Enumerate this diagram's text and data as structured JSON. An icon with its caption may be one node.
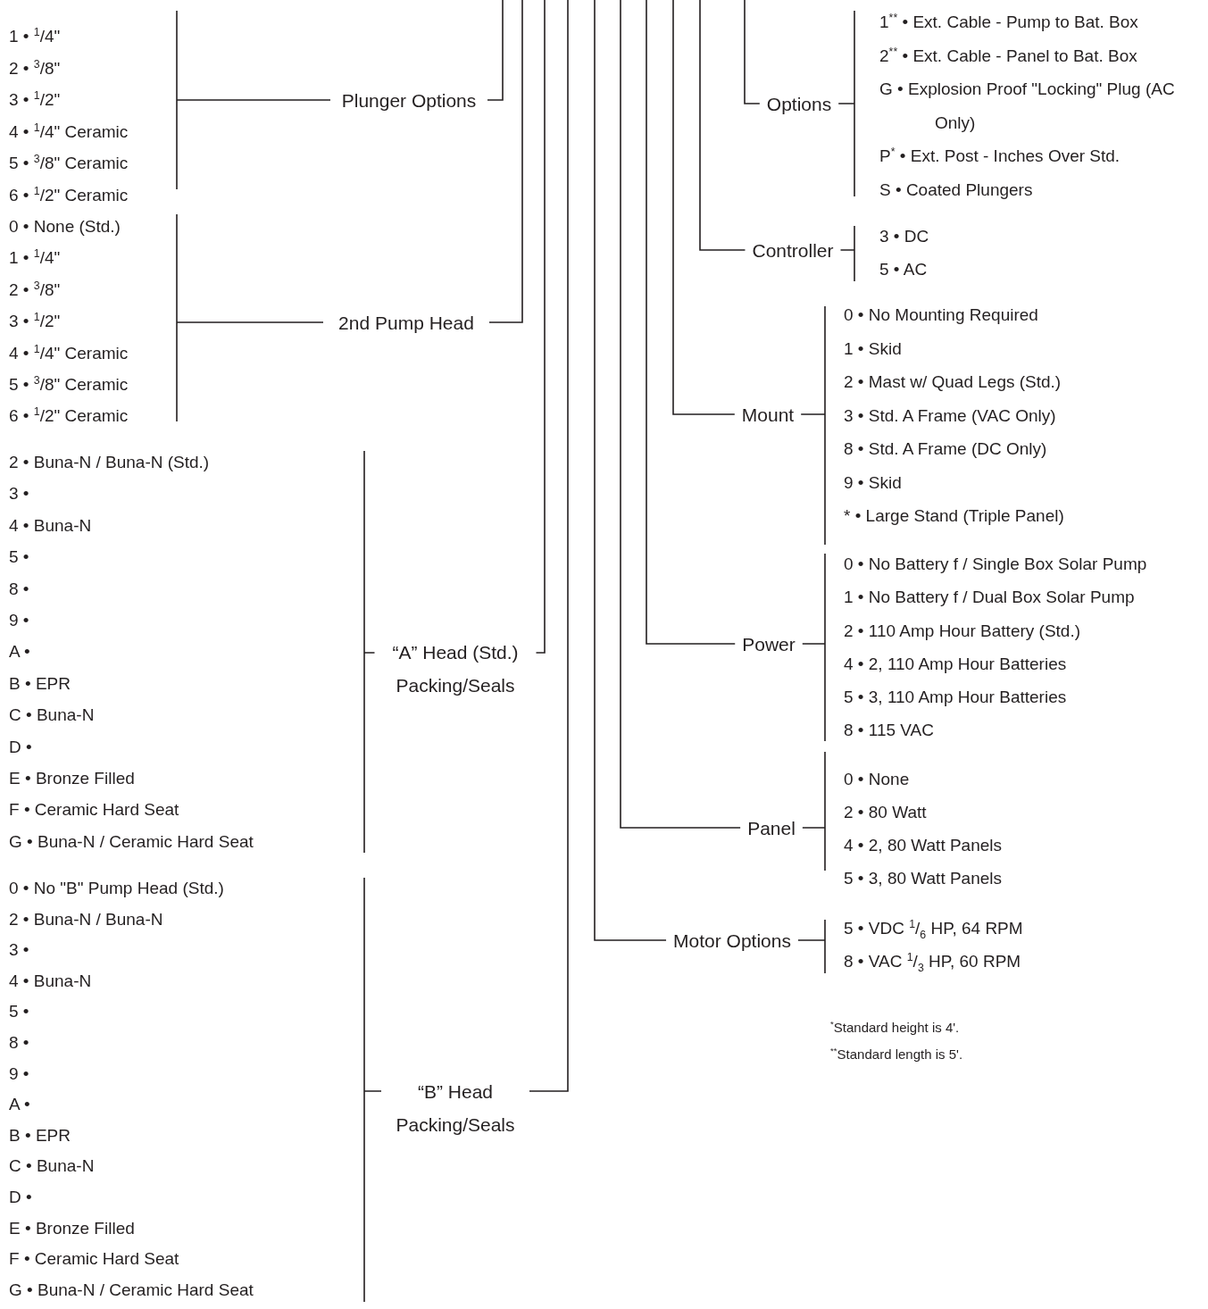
{
  "diagram": {
    "nodes": [
      {
        "text": [
          "Plunger Options"
        ],
        "beside": [
          "1 • $^{1}$/4\"",
          "2 • $^{3}$/8\"",
          "3 • $^{1}$/2\"",
          "4 • $^{1}$/4\" Ceramic",
          "5 • $^{3}$/8\" Ceramic",
          "6 • $^{1}$/2\" Ceramic"
        ]
      },
      {
        "text": [
          "2nd Pump Head"
        ],
        "beside": [
          "0 • None (Std.)",
          "1 • $^{1}$/4\"",
          "2 • $^{3}$/8\"",
          "3 • $^{1}$/2\"",
          "4 • $^{1}$/4\" Ceramic",
          "5 • $^{3}$/8\" Ceramic",
          "6 • $^{1}$/2\" Ceramic"
        ]
      },
      {
        "text": [
          "“A” Head (Std.) Packing/Seals"
        ],
        "beside": [
          "2 • Buna-N / Buna-N (Std.)",
          "3 •",
          "4 • Buna-N",
          "5 •",
          "8 •",
          "9 •",
          "A •",
          "B • EPR",
          "C • Buna-N",
          "D •",
          "E • Bronze Filled",
          "F • Ceramic Hard Seat",
          "G • Buna-N / Ceramic Hard Seat"
        ]
      },
      {
        "text": [
          "“B” Head Packing/Seals"
        ],
        "beside": [
          "0 • No \"B\" Pump Head (Std.)",
          "2 • Buna-N / Buna-N",
          "3 •",
          "4 • Buna-N",
          "5 •",
          "8 •",
          "9 •",
          "A •",
          "B • EPR",
          "C • Buna-N",
          "D •",
          "E • Bronze Filled",
          "F • Ceramic Hard Seat",
          "G • Buna-N / Ceramic Hard Seat"
        ]
      },
      {
        "text": [
          "Options"
        ],
        "beside": [
          "1$^{**}$ • Ext. Cable - Pump to Bat. Box",
          "2$^{**}$ • Ext. Cable - Panel to Bat. Box",
          "G • Explosion Proof \"Locking\" Plug (AC Only)",
          "P$^{*}$ • Ext. Post - Inches Over Std.",
          "S • Coated Plungers"
        ]
      },
      {
        "text": [
          "Controller"
        ],
        "beside": [
          "3 • DC",
          "5 • AC"
        ]
      },
      {
        "text": [
          "Mount"
        ],
        "beside": [
          "0 • No Mounting Required",
          "1 • Skid",
          "2 • Mast w/ Quad Legs (Std.)",
          "3 • Std. A Frame (VAC Only)",
          "8 • Std. A Frame (DC Only)",
          "9 • Skid",
          "* • Large Stand (Triple Panel)"
        ]
      },
      {
        "text": [
          "Power"
        ],
        "beside": [
          "0 • No Battery f / Single Box Solar Pump",
          "1 • No Battery f / Dual Box Solar Pump",
          "2 • 110 Amp Hour Battery (Std.)",
          "4 • 2, 110 Amp Hour Batteries",
          "5 • 3, 110 Amp Hour Batteries",
          "8 • 115 VAC"
        ]
      },
      {
        "text": [
          "Panel"
        ],
        "beside": [
          "0 • None",
          "2 • 80 Watt",
          "4 • 2, 80 Watt Panels",
          "5 • 3, 80 Watt Panels"
        ]
      },
      {
        "text": [
          "Motor Options"
        ],
        "beside": [
          "5 • VDC $^{1}$/$_{6}$ HP, 64 RPM",
          "8 • VAC $^{1}$/$_{3}$ HP, 60 RPM"
        ]
      }
    ],
    "edges": [
      {
        "from": 0,
        "to": null,
        "arrow": "none"
      },
      {
        "from": 1,
        "to": null,
        "arrow": "none"
      },
      {
        "from": 2,
        "to": null,
        "arrow": "none"
      },
      {
        "from": 3,
        "to": null,
        "arrow": "none"
      },
      {
        "from": 4,
        "to": null,
        "arrow": "none"
      },
      {
        "from": 5,
        "to": null,
        "arrow": "none"
      },
      {
        "from": 6,
        "to": null,
        "arrow": "none"
      },
      {
        "from": 7,
        "to": null,
        "arrow": "none"
      },
      {
        "from": 8,
        "to": null,
        "arrow": "none"
      },
      {
        "from": 9,
        "to": null,
        "arrow": "none"
      }
    ],
    "labels": [
      "$^{*}$Standard height is 4'.",
      "$^{**}$Standard length is 5'."
    ]
  }
}
